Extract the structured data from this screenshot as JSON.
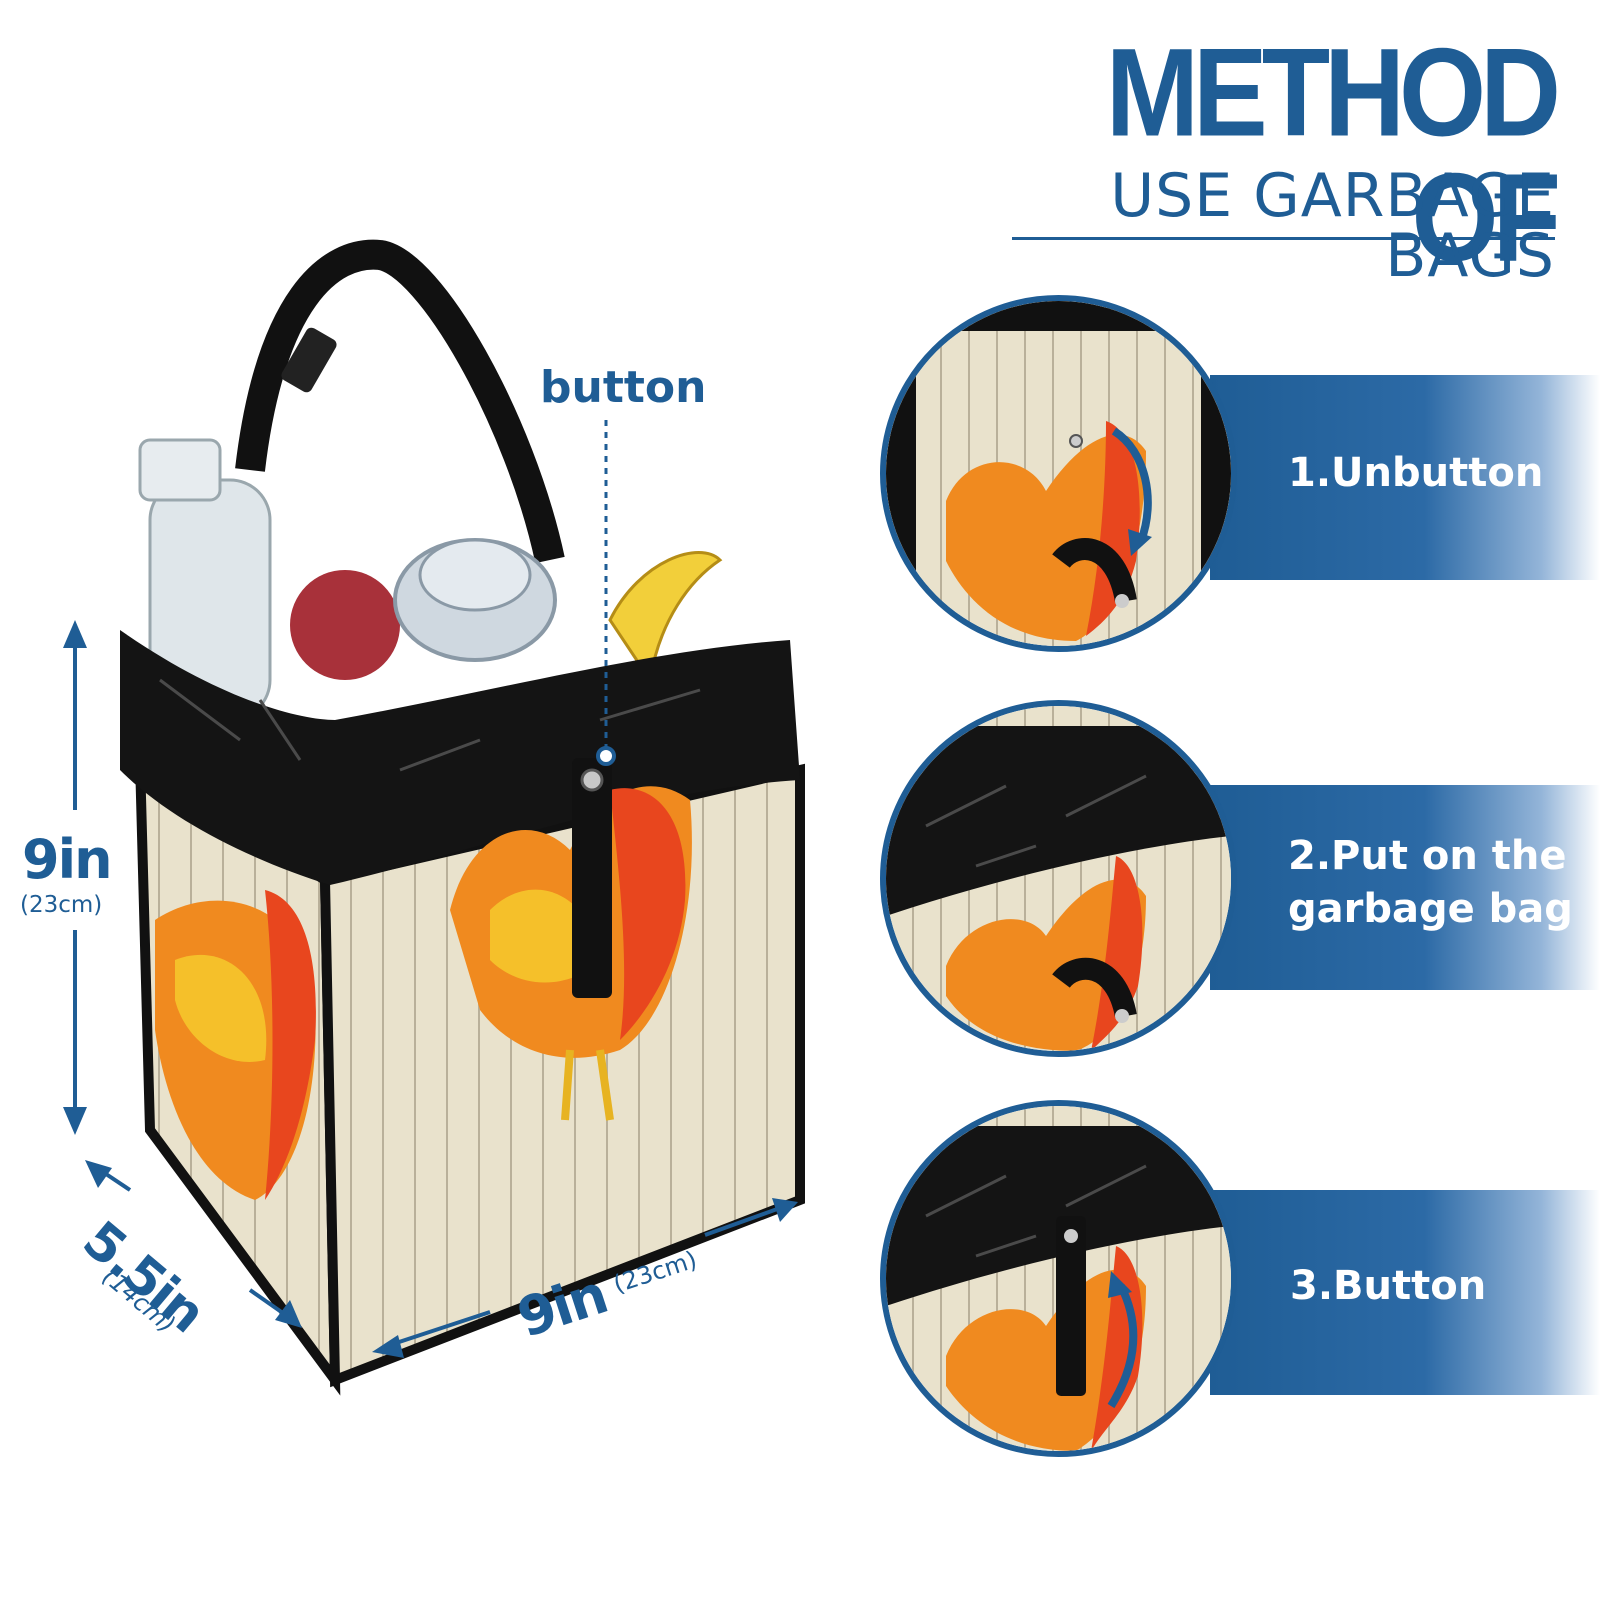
{
  "header": {
    "title_line1": "METHOD OF",
    "title_line2": "USE GARBAGE BAGS"
  },
  "dimensions": {
    "height_main": "9in",
    "height_sub": "(23cm)",
    "depth_main": "5.5in",
    "depth_sub": "(14cm)",
    "width_main": "9in",
    "width_sub": "(23cm)"
  },
  "callout": {
    "button_label": "button"
  },
  "steps": [
    {
      "label": "1.Unbutton"
    },
    {
      "label_line1": "2.Put on the",
      "label_line2": "garbage bag"
    },
    {
      "label": "3.Button"
    }
  ],
  "colors": {
    "brand_blue": "#1f5d95",
    "strap_black": "#111111",
    "wood": "#e9e2cc",
    "rooster_red": "#e8461e",
    "rooster_orange": "#f08a1f",
    "rooster_yellow": "#f5c02a"
  },
  "icons": [
    "arrow-down-icon",
    "arrow-up-icon",
    "dimension-arrow-icon"
  ]
}
